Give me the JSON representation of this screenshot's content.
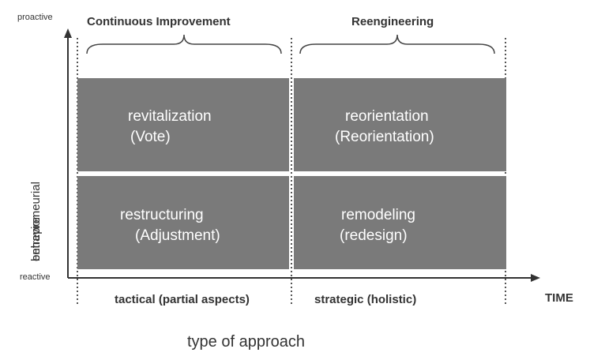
{
  "y_axis": {
    "top_label": "proactive",
    "bottom_label": "reactive",
    "label_a": "entrepreneurial",
    "label_b": "behavior"
  },
  "headers": {
    "left": "Continuous Improvement",
    "right": "Reengineering"
  },
  "quadrants": {
    "top_left": {
      "title": "revitalization",
      "subtitle": "(Vote)"
    },
    "top_right": {
      "title": "reorientation",
      "subtitle": "(Reorientation)"
    },
    "bottom_left": {
      "title": "restructuring",
      "subtitle": "(Adjustment)"
    },
    "bottom_right": {
      "title": "remodeling",
      "subtitle": "(redesign)"
    }
  },
  "x_axis": {
    "left_label": "tactical (partial aspects)",
    "right_label": "strategic (holistic)",
    "end_label": "TIME",
    "caption": "type of approach"
  },
  "colors": {
    "quadrant_fill": "#7a7a7a",
    "axis": "#333333",
    "text": "#333333"
  }
}
